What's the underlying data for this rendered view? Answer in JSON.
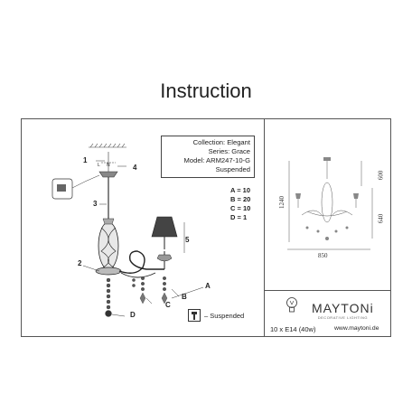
{
  "title": "Instruction",
  "info": {
    "collection": "Collection: Elegant",
    "series": "Series: Grace",
    "model": "Model: ARM247-10-G",
    "type": "Suspended"
  },
  "params": [
    "A = 10",
    "B = 20",
    "C = 10",
    "D = 1"
  ],
  "labels": {
    "n1": "1",
    "n2": "2",
    "n3": "3",
    "n4": "4",
    "n5": "5",
    "a": "A",
    "b": "B",
    "c": "C",
    "d": "D",
    "l": "L",
    "n": "N"
  },
  "suspended_label": "– Suspended",
  "power": "10 x E14 (40w)",
  "brand": {
    "name": "MAYTONi",
    "tagline": "DECORATIVE LIGHTING",
    "website": "www.maytoni.de"
  },
  "dimensions": {
    "height_total": "1240",
    "height_top": "600",
    "height_body": "640",
    "width": "850"
  }
}
